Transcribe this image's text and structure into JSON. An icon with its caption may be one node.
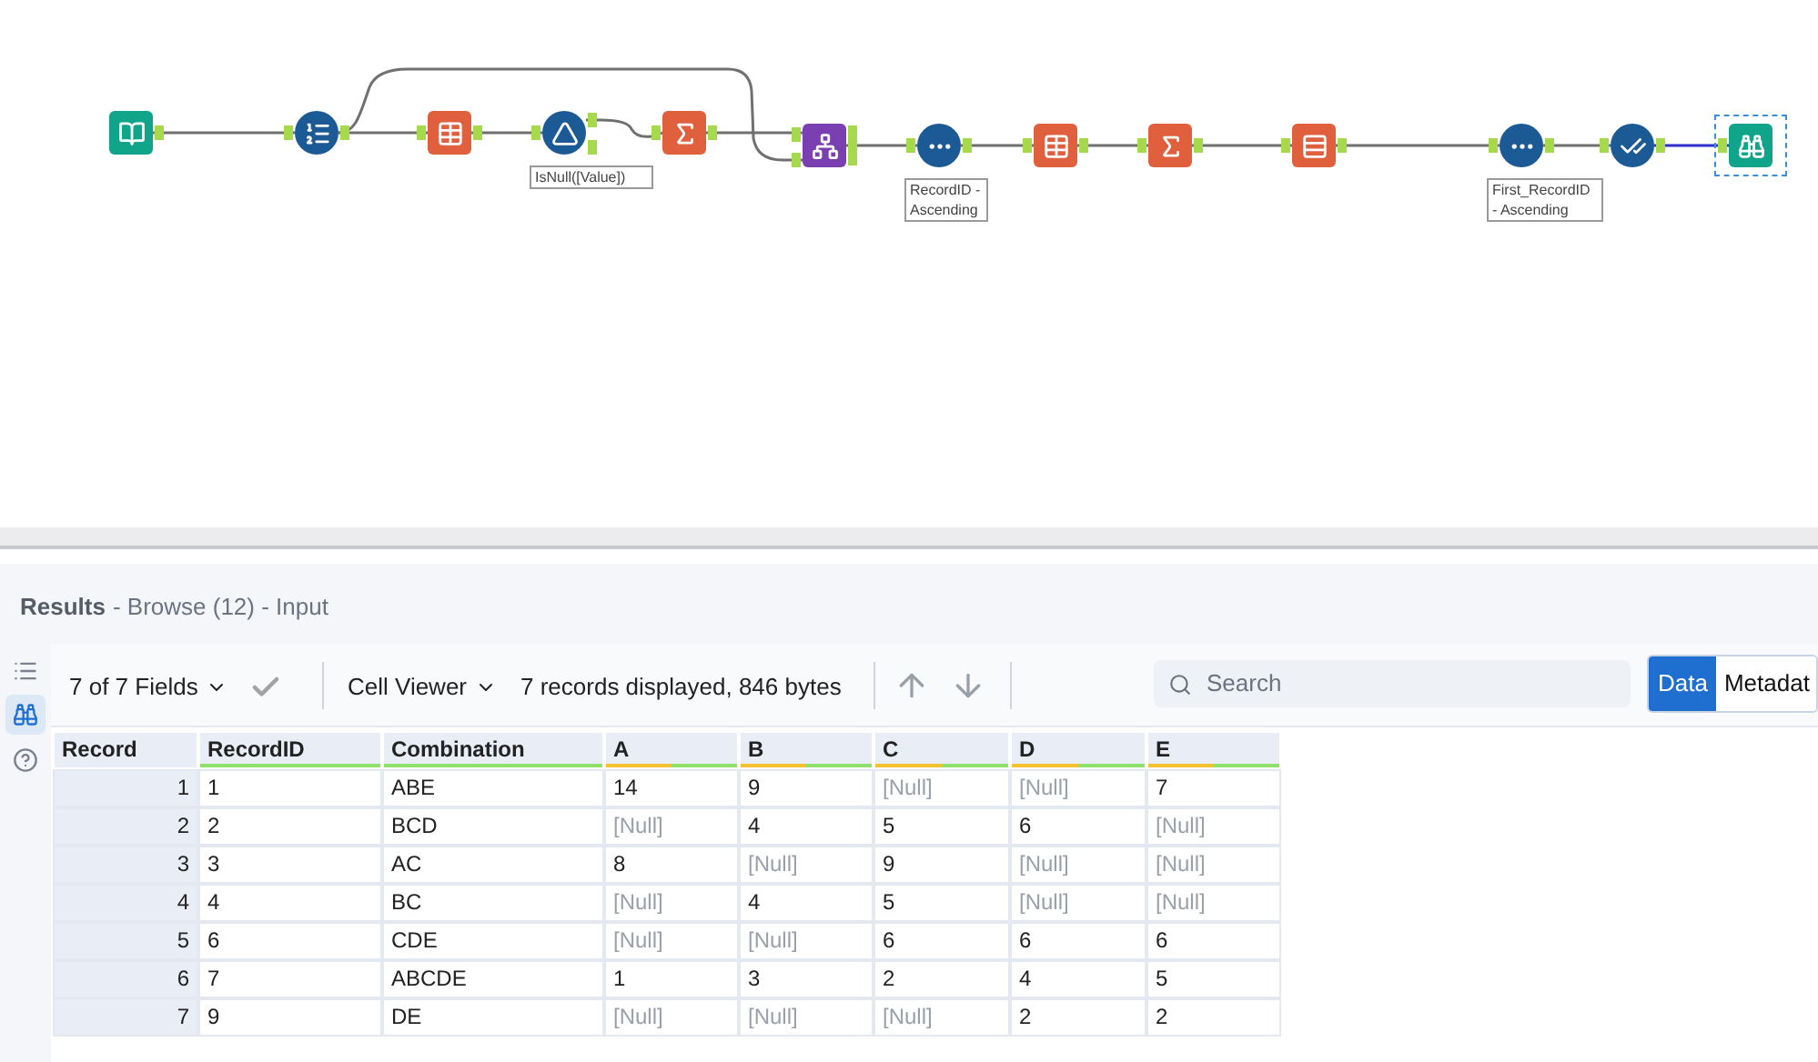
{
  "diagram": {
    "nodes": [
      {
        "text": [],
        "shape": "box"
      },
      {
        "text": [],
        "shape": "circle"
      },
      {
        "text": [],
        "shape": "box"
      },
      {
        "text": [],
        "shape": "circle",
        "beside": [
          "IsNull([Value])"
        ]
      },
      {
        "text": [],
        "shape": "box"
      },
      {
        "text": [],
        "shape": "box"
      },
      {
        "text": [],
        "shape": "circle",
        "beside": [
          "RecordID - Ascending"
        ]
      },
      {
        "text": [],
        "shape": "box"
      },
      {
        "text": [],
        "shape": "box"
      },
      {
        "text": [],
        "shape": "box"
      },
      {
        "text": [],
        "shape": "circle",
        "beside": [
          "First_RecordID - Ascending"
        ]
      },
      {
        "text": [],
        "shape": "circle"
      },
      {
        "text": [],
        "shape": "box"
      }
    ],
    "edges": [
      {
        "from": 0,
        "to": 1,
        "arrow": "none"
      },
      {
        "from": 1,
        "to": 2,
        "arrow": "none"
      },
      {
        "from": 1,
        "to": 5,
        "arrow": "none"
      },
      {
        "from": 2,
        "to": 3,
        "arrow": "none"
      },
      {
        "from": 3,
        "to": 4,
        "arrow": "none"
      },
      {
        "from": 4,
        "to": 5,
        "arrow": "none"
      },
      {
        "from": 5,
        "to": 6,
        "arrow": "none"
      },
      {
        "from": 6,
        "to": 7,
        "arrow": "none"
      },
      {
        "from": 7,
        "to": 8,
        "arrow": "none"
      },
      {
        "from": 8,
        "to": 9,
        "arrow": "none"
      },
      {
        "from": 9,
        "to": 10,
        "arrow": "none"
      },
      {
        "from": 10,
        "to": 11,
        "arrow": "none"
      },
      {
        "from": 11,
        "to": 12,
        "arrow": "none",
        "color": "#2f2fd0"
      }
    ],
    "labels": [
      "Results",
      "- Browse (12) - Input",
      "7 of 7 Fields",
      "Cell Viewer",
      "7 records displayed, 846 bytes",
      "Search",
      "Data",
      "Metadat",
      "Record",
      "RecordID",
      "Combination",
      "A",
      "B",
      "C",
      "D",
      "E",
      "1",
      "1",
      "ABE",
      "14",
      "9",
      "[Null]",
      "[Null]",
      "7",
      "2",
      "2",
      "BCD",
      "[Null]",
      "4",
      "5",
      "6",
      "[Null]",
      "3",
      "3",
      "AC",
      "8",
      "[Null]",
      "9",
      "[Null]",
      "[Null]",
      "4",
      "4",
      "BC",
      "[Null]",
      "4",
      "5",
      "[Null]",
      "[Null]",
      "5",
      "6",
      "CDE",
      "[Null]",
      "[Null]",
      "6",
      "6",
      "6",
      "6",
      "7",
      "ABCDE",
      "1",
      "3",
      "2",
      "4",
      "5",
      "7",
      "9",
      "DE",
      "[Null]",
      "[Null]",
      "[Null]",
      "2",
      "2"
    ]
  }
}
